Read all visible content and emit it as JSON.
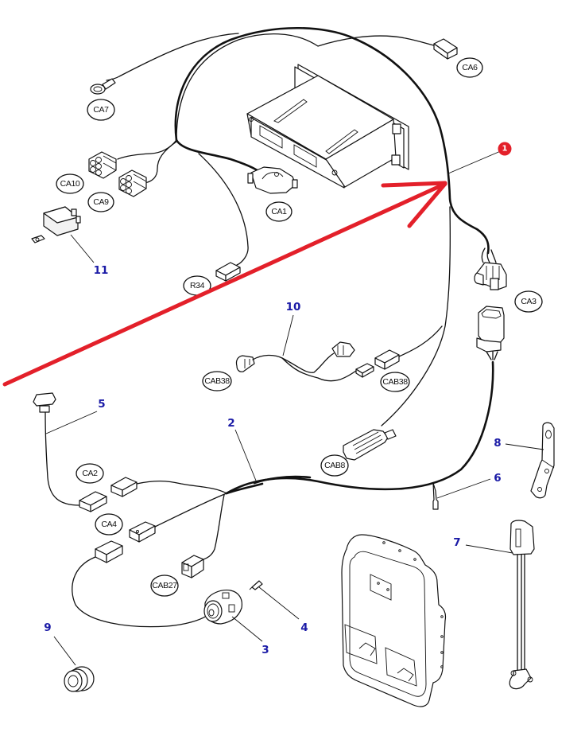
{
  "diagram": {
    "title": "Cab wiring harness – exploded parts view",
    "colors": {
      "line": "#111111",
      "callout_text": "#1a1aa6",
      "highlight_arrow": "#e3202a",
      "badge": "#e3202a",
      "background": "#ffffff"
    },
    "highlight": {
      "badge_label": "1",
      "arrow_target": "main harness (item 1)"
    },
    "callouts": [
      {
        "id": "2",
        "label": "2",
        "part": "harness"
      },
      {
        "id": "3",
        "label": "3",
        "part": "rotary switch"
      },
      {
        "id": "4",
        "label": "4",
        "part": "screw"
      },
      {
        "id": "5",
        "label": "5",
        "part": "switch harness"
      },
      {
        "id": "6",
        "label": "6",
        "part": "rivet / pin"
      },
      {
        "id": "7",
        "label": "7",
        "part": "adapter harness"
      },
      {
        "id": "8",
        "label": "8",
        "part": "bracket"
      },
      {
        "id": "9",
        "label": "9",
        "part": "grommet"
      },
      {
        "id": "10",
        "label": "10",
        "part": "jumper harness"
      },
      {
        "id": "11",
        "label": "11",
        "part": "relay"
      }
    ],
    "connectors": [
      {
        "id": "CA6",
        "label": "CA6"
      },
      {
        "id": "CA7",
        "label": "CA7"
      },
      {
        "id": "CA10",
        "label": "CA10"
      },
      {
        "id": "CA9",
        "label": "CA9"
      },
      {
        "id": "CA1",
        "label": "CA1"
      },
      {
        "id": "R34",
        "label": "R34"
      },
      {
        "id": "CA3",
        "label": "CA3"
      },
      {
        "id": "CAB38a",
        "label": "CAB38"
      },
      {
        "id": "CAB38b",
        "label": "CAB38"
      },
      {
        "id": "CAB8",
        "label": "CAB8"
      },
      {
        "id": "CA2",
        "label": "CA2"
      },
      {
        "id": "CA4",
        "label": "CA4"
      },
      {
        "id": "CAB27",
        "label": "CAB27"
      }
    ],
    "icons": {
      "ecu": "control-unit-icon",
      "panel": "cover-panel-icon",
      "arrow": "red-arrow-icon"
    }
  }
}
